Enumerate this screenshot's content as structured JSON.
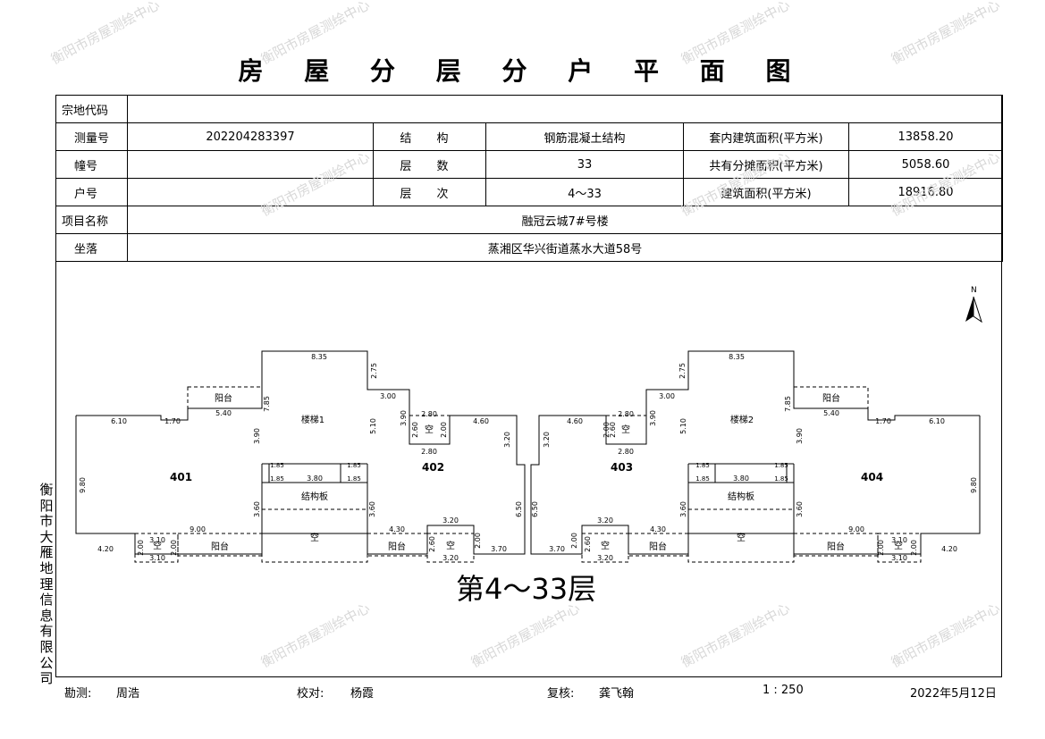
{
  "title": "房 屋 分 层 分 户 平 面 图",
  "info": {
    "zongdi_label": "宗地代码",
    "zongdi_value": "",
    "celiang_label": "测量号",
    "celiang_value": "202204283397",
    "jiegou_label": "结 构",
    "jiegou_value": "钢筋混凝土结构",
    "taonei_label": "套内建筑面积(平方米)",
    "taonei_value": "13858.20",
    "zhuang_label": "幢号",
    "zhuang_value": "",
    "cengshu_label": "层 数",
    "cengshu_value": "33",
    "gongyou_label": "共有分摊面积(平方米)",
    "gongyou_value": "5058.60",
    "hu_label": "户号",
    "hu_value": "",
    "cengci_label": "层 次",
    "cengci_value": "4～33",
    "jianzhu_label": "建筑面积(平方米)",
    "jianzhu_value": "18916.80",
    "xiangmu_label": "项目名称",
    "xiangmu_value": "融冠云城7#号楼",
    "zuoluo_label": "坐落",
    "zuoluo_value": "蒸湘区华兴街道蒸水大道58号"
  },
  "plan": {
    "floor_caption": "第4～33层",
    "north": "N",
    "units": [
      "401",
      "402",
      "403",
      "404"
    ],
    "labels": {
      "stair1": "楼梯1",
      "stair2": "楼梯2",
      "slab": "结构板",
      "void": "空",
      "balcony": "阳台"
    },
    "dims": [
      "8.35",
      "2.75",
      "3.00",
      "7.85",
      "5.40",
      "6.10",
      "1.70",
      "3.90",
      "5.10",
      "2.80",
      "2.60",
      "2.00",
      "4.60",
      "3.20",
      "1.85",
      "3.80",
      "9.80",
      "3.60",
      "9.00",
      "4.30",
      "6.50",
      "3.70",
      "4.20",
      "3.10"
    ]
  },
  "side_text": "衡阳市大雁地理信息有限公司",
  "footer": {
    "kance_label": "勘测:",
    "kance_value": "周浩",
    "jiaodui_label": "校对:",
    "jiaodui_value": "杨霞",
    "fuhe_label": "复核:",
    "fuhe_value": "龚飞翰",
    "scale": "1 : 250",
    "date": "2022年5月12日"
  },
  "watermark": "衡阳市房屋测绘中心"
}
